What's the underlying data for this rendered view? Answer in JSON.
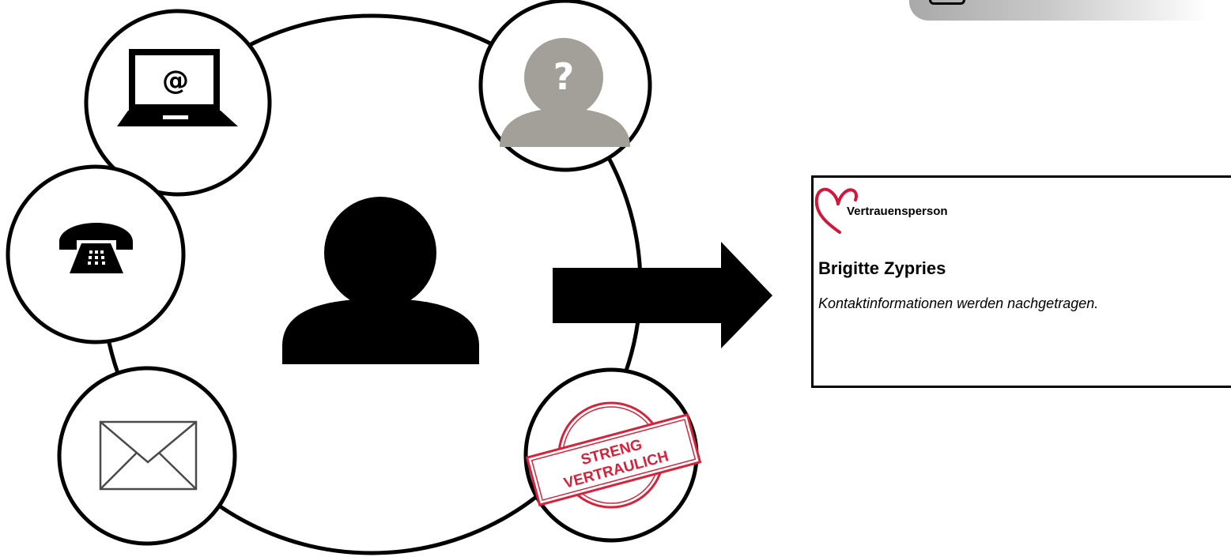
{
  "colors": {
    "stroke": "#000000",
    "placeholder_gray": "#a39f99",
    "stamp_red": "#d6223a",
    "heart_red": "#d1183c",
    "tab_gradient_start": "#a9a9a9"
  },
  "icons": {
    "center": "person-silhouette-icon",
    "top_left": "laptop-email-icon",
    "left": "telephone-icon",
    "bottom_left": "envelope-icon",
    "top_right": "unknown-person-icon",
    "bottom_right": "confidential-stamp-icon",
    "card_logo": "heart-logo-icon"
  },
  "laptop": {
    "symbol": "@"
  },
  "unknown_person": {
    "symbol": "?"
  },
  "stamp": {
    "line1": "STRENG",
    "line2": "VERTRAULICH"
  },
  "card": {
    "role": "Vertrauensperson",
    "name": "Brigitte Zypries",
    "note": "Kontaktinformationen werden nachgetragen."
  }
}
